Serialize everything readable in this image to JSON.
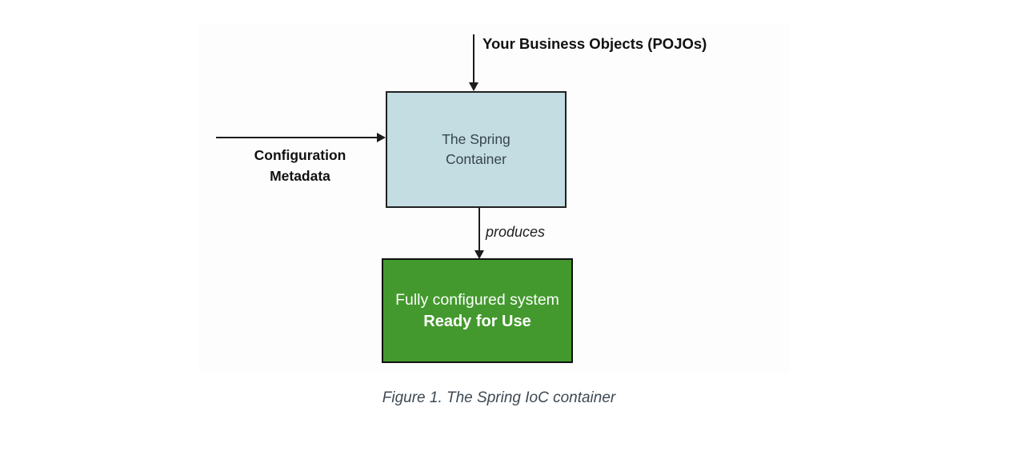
{
  "figure": {
    "top_label": "Your Business Objects (POJOs)",
    "config_label": {
      "line1": "Configuration",
      "line2": "Metadata"
    },
    "container_box": {
      "line1": "The Spring",
      "line2": "Container"
    },
    "produces_label": "produces",
    "result_box": {
      "line1": "Fully configured system",
      "line2": "Ready for Use"
    },
    "caption": "Figure 1. The Spring IoC container"
  },
  "colors": {
    "container_box_fill": "#c3dde2",
    "container_box_text": "#36454c",
    "result_box_fill": "#43992d",
    "result_box_text": "#ffffff",
    "arrow_and_border": "#1c1c1c",
    "label_text": "#111111",
    "caption_text": "#3d4853",
    "page_background": "#ffffff"
  }
}
